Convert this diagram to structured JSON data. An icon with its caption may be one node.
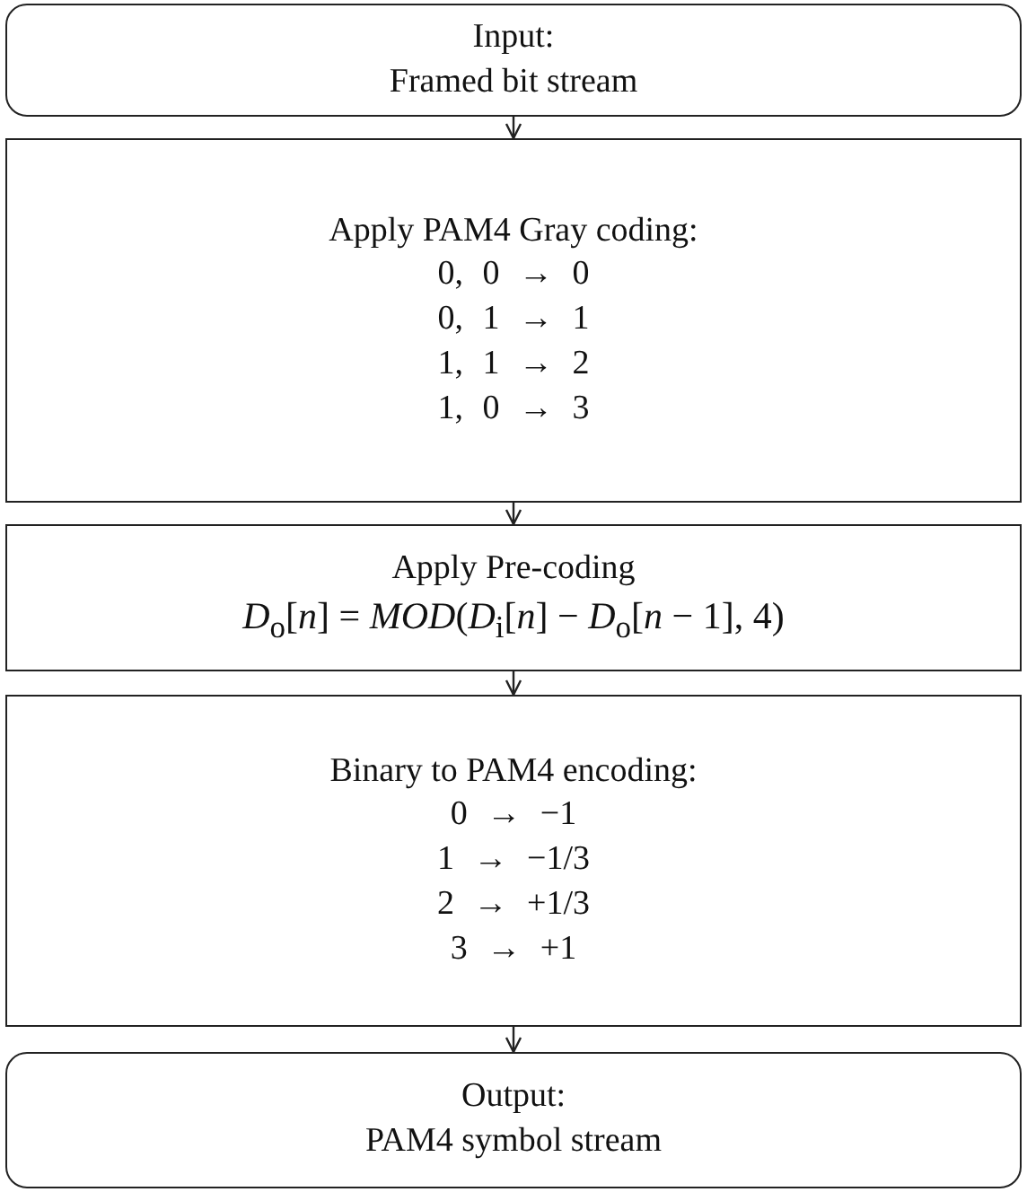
{
  "diagram": {
    "nodes": [
      {
        "text": [
          "Input:",
          "Framed bit stream"
        ]
      },
      {
        "text": [
          "Apply PAM4 Gray coding:",
          "0, 0 → 0",
          "0, 1 → 1",
          "1, 1 → 2",
          "1, 0 → 3"
        ]
      },
      {
        "text": [
          "Apply Pre-coding",
          "*D*$_{o}$[*n*] = *MOD*(*D*$_{i}$[*n*] − *D*$_{o}$[*n* − 1], 4)"
        ]
      },
      {
        "text": [
          "Binary to PAM4 encoding:",
          "0 → −1",
          "1 → −1/3",
          "2 → +1/3",
          "3 → +1"
        ]
      },
      {
        "text": [
          "Output:",
          "PAM4 symbol stream"
        ]
      }
    ],
    "edges": [
      {
        "from": 0,
        "to": 1,
        "arrow": "to"
      },
      {
        "from": 1,
        "to": 2,
        "arrow": "to"
      },
      {
        "from": 2,
        "to": 3,
        "arrow": "to"
      },
      {
        "from": 3,
        "to": 4,
        "arrow": "to"
      }
    ]
  }
}
